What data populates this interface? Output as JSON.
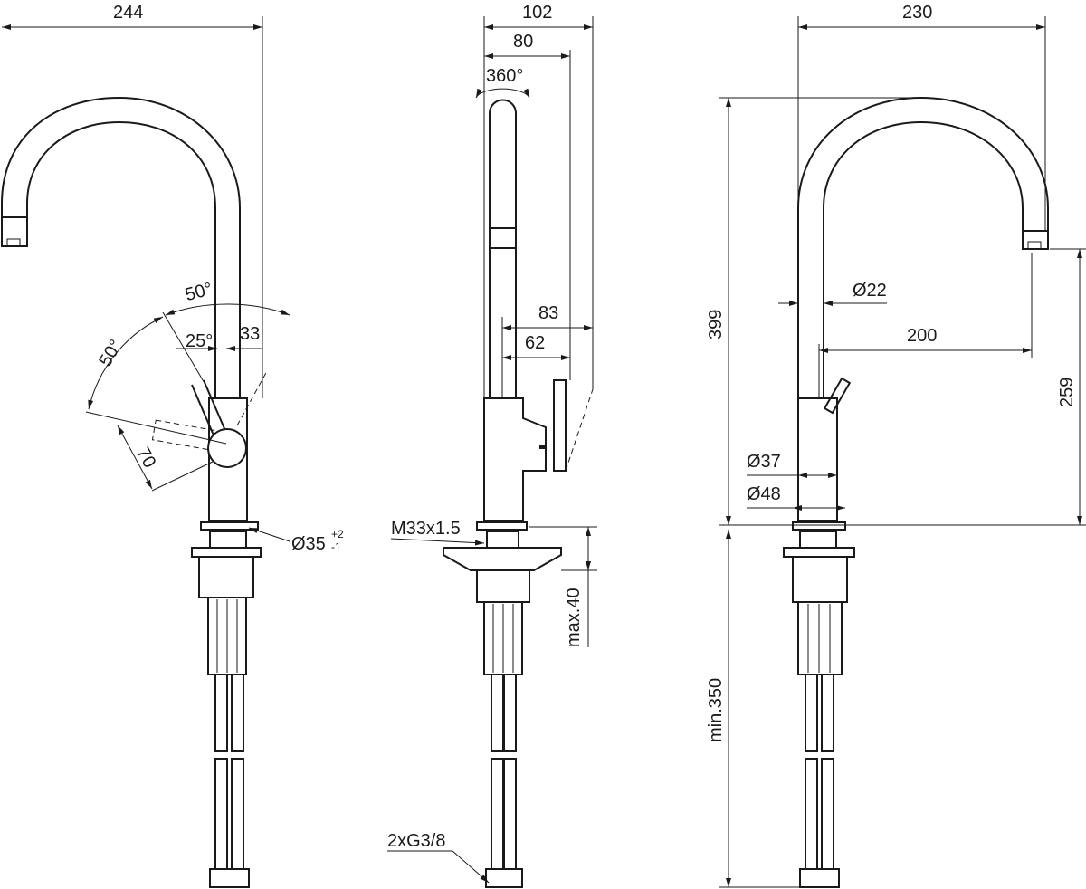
{
  "front_view": {
    "width": "244",
    "angle_upper": "50°",
    "angle_left": "50°",
    "angle_inner": "25°",
    "offset": "33",
    "lever_length": "70",
    "hole_diameter": "Ø35",
    "hole_tol_plus": "+2",
    "hole_tol_minus": "-1"
  },
  "side_view": {
    "depth_total": "102",
    "depth_lever": "80",
    "rotation": "360°",
    "dim_83": "83",
    "dim_62": "62",
    "thread": "M33x1.5",
    "max_thickness": "max.40",
    "connections": "2xG3/8"
  },
  "right_view": {
    "width": "230",
    "height": "399",
    "pipe_diameter": "Ø22",
    "reach": "200",
    "spout_height": "259",
    "body_diameter": "Ø37",
    "base_diameter": "Ø48",
    "hose_length": "min.350"
  }
}
